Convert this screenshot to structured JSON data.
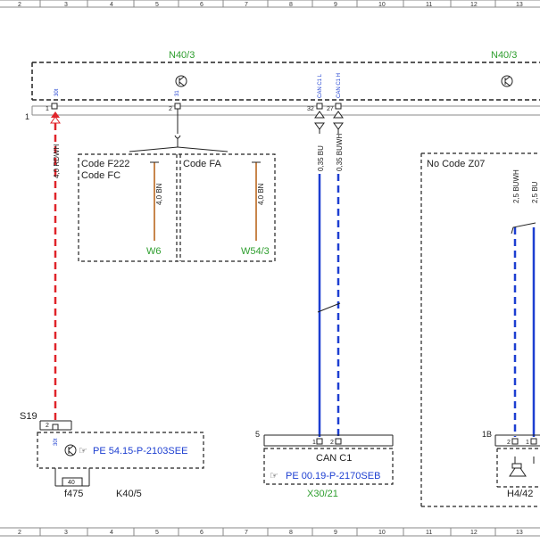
{
  "ruler": {
    "numbers": [
      "2",
      "3",
      "4",
      "5",
      "6",
      "7",
      "8",
      "9",
      "10",
      "11",
      "12",
      "13"
    ]
  },
  "components": {
    "n40_left": "N40/3",
    "n40_right": "N40/3",
    "w6": "W6",
    "w54": "W54/3",
    "x30": "X30/21",
    "k40": "K40/5",
    "h442": "H4/42",
    "f475": "f475",
    "s19": "S19"
  },
  "codes": {
    "f222": "Code F222",
    "fc": "Code FC",
    "fa": "Code FA",
    "z07": "No Code Z07"
  },
  "wires": {
    "rdwh": "4,0 RDWH",
    "bn_left": "4,0 BN",
    "bn_right": "4,0 BN",
    "bu": "0,35 BU",
    "buwh": "0,35 BUWH",
    "buwh25": "2,5 BUWH",
    "bu25": "2,5 BU"
  },
  "pins": {
    "p1": "1",
    "p2": "2",
    "p32": "32",
    "p27": "27",
    "row1": "1",
    "p5": "5",
    "p1b": "1B",
    "k_pin2": "2",
    "x_pin1": "1",
    "x_pin2": "2",
    "h_pin2": "2",
    "h_pin1": "1",
    "fuse40": "40"
  },
  "signals": {
    "s30": "30t",
    "s31": "31",
    "canl": "CAN C1 L",
    "canh": "CAN C1 H",
    "s30b": "30t"
  },
  "refs": {
    "pe54": "PE 54.15-P-2103SEE",
    "pe00": "PE 00.19-P-2170SEB",
    "can_c1": "CAN C1"
  },
  "colors": {
    "red_wire": "#e0242a",
    "blue_wire": "#1d3fd1",
    "brown_wire": "#c8864c",
    "green_label": "#2e9e2e"
  }
}
